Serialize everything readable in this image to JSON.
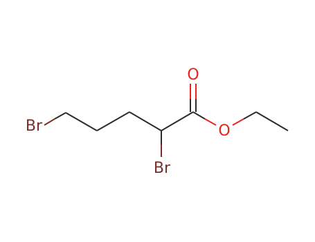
{
  "atoms": {
    "br_terminal": "Br",
    "br_alpha": "Br",
    "o_carbonyl": "O",
    "o_ester": "O"
  },
  "colors": {
    "bond_dark": "#2b2b2b",
    "bromine": "#7a2e2a",
    "oxygen": "#e8231e",
    "background": "#ffffff"
  }
}
